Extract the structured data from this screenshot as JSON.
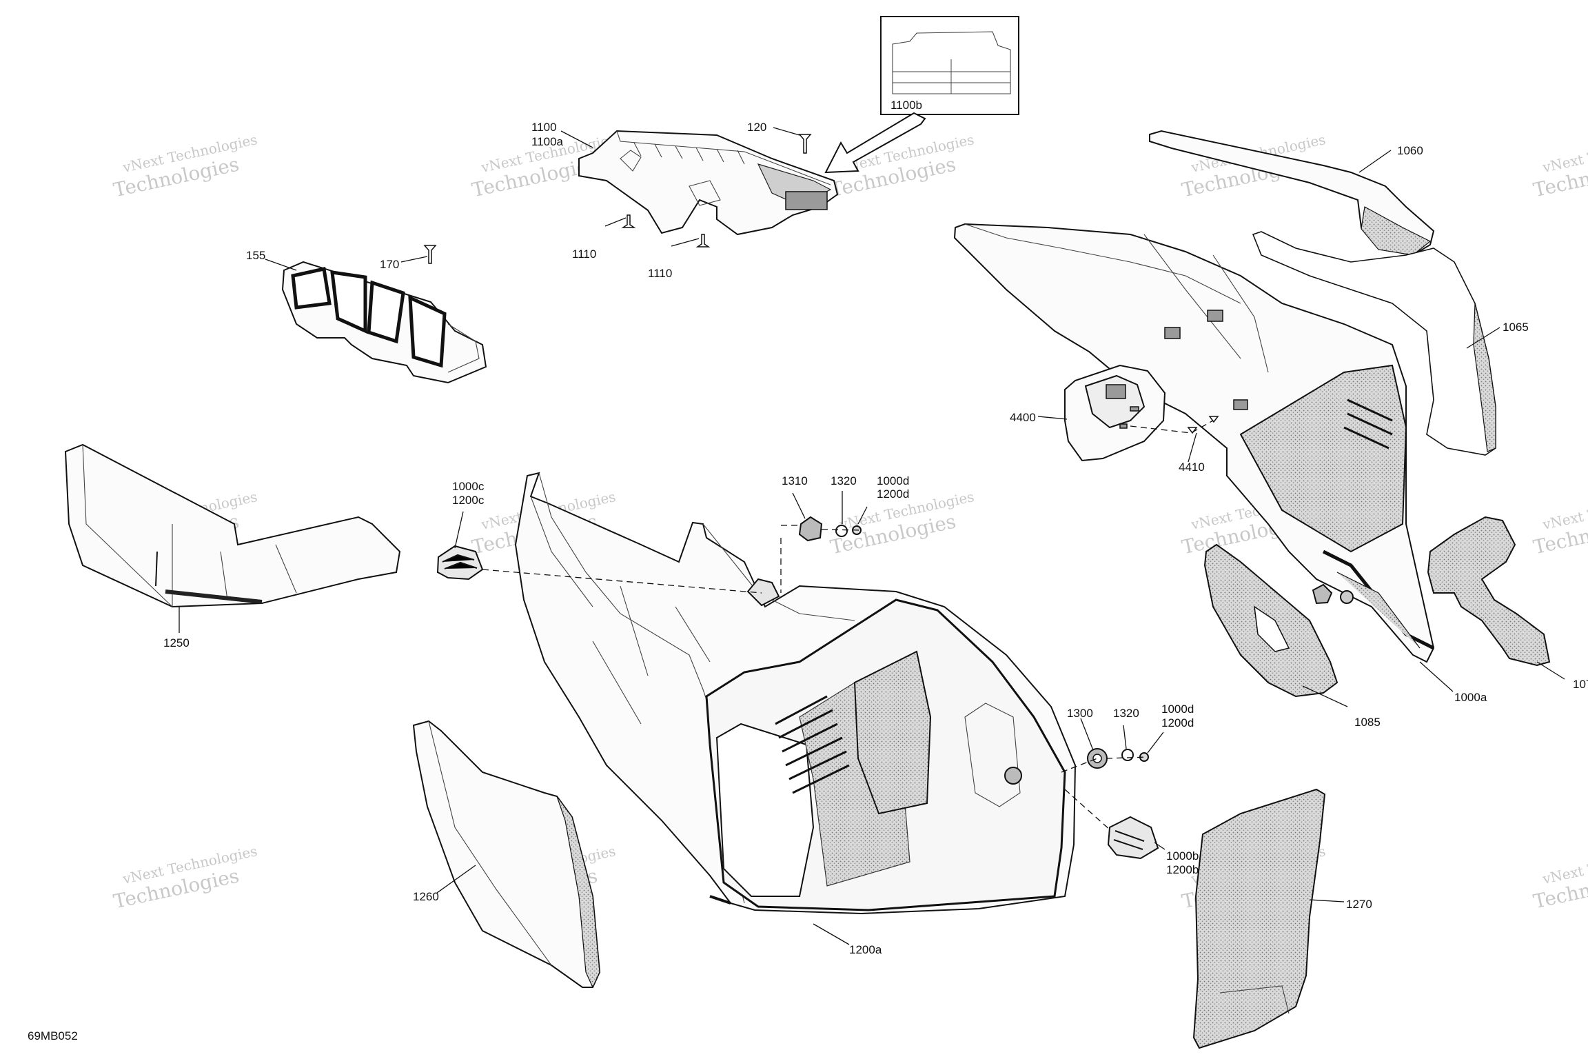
{
  "diagram_code": "69MB052",
  "watermark_line1": "vNext Technologies",
  "watermark_line2": "Technologies",
  "inset": {
    "label": "1100b"
  },
  "callouts": {
    "c1100": "1100",
    "c1100a": "1100a",
    "c120": "120",
    "c1110a": "1110",
    "c1110b": "1110",
    "c155": "155",
    "c170": "170",
    "c1060": "1060",
    "c1065": "1065",
    "c4400": "4400",
    "c4410": "4410",
    "c1250": "1250",
    "c1000c": "1000c",
    "c1200c": "1200c",
    "c1310": "1310",
    "c1320a": "1320",
    "c1000d_a": "1000d",
    "c1200d_a": "1200d",
    "c1300": "1300",
    "c1320b": "1320",
    "c1000d_b": "1000d",
    "c1200d_b": "1200d",
    "c1000b": "1000b",
    "c1200b": "1200b",
    "c1085": "1085",
    "c1000a": "1000a",
    "c1070": "107",
    "c1260": "1260",
    "c1200a": "1200a",
    "c1270": "1270"
  }
}
